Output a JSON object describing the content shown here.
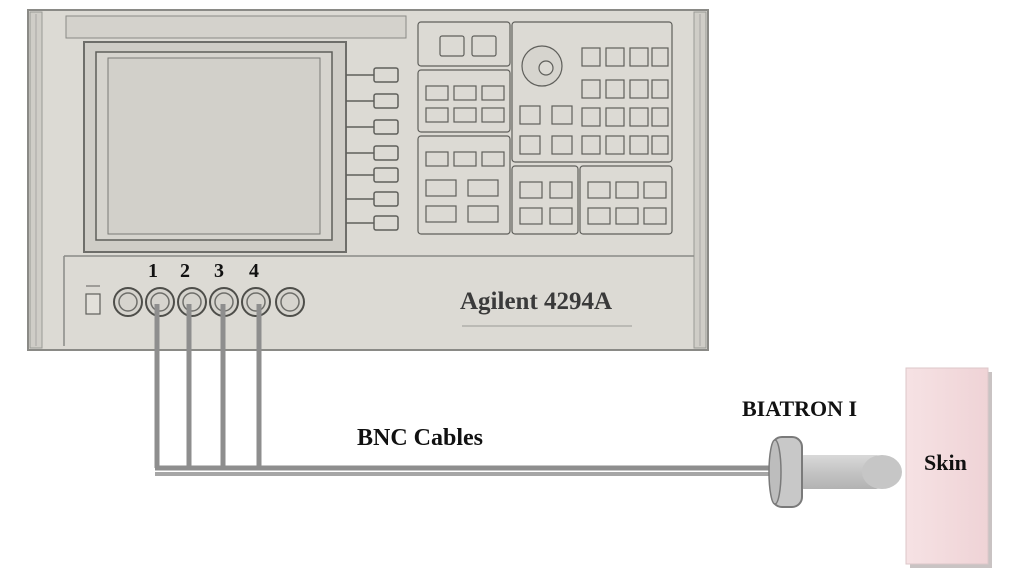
{
  "instrument": {
    "name": "Agilent 4294A",
    "ports": [
      "1",
      "2",
      "3",
      "4"
    ]
  },
  "cables": {
    "label": "BNC Cables"
  },
  "probe": {
    "label": "BIATRON I"
  },
  "target": {
    "label": "Skin"
  },
  "colors": {
    "panel": "#d8d6d0",
    "panel_border": "#8a8a86",
    "cable": "#8e8e8e",
    "probe": "#c9c9c9",
    "skin": "#f3dcdf"
  }
}
